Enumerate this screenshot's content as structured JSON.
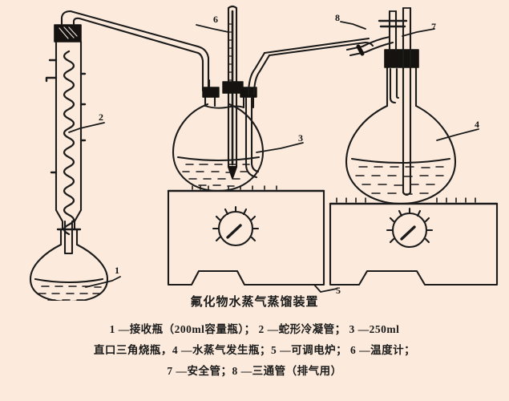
{
  "figure": {
    "title": "氟化物水蒸气蒸馏装置",
    "background_color": "#fcebdc",
    "ink_color": "#1b1b1b",
    "caption_lines": [
      "1 —接收瓶（200ml容量瓶）；  2 —蛇形冷凝管；  3 —250ml",
      "直口三角烧瓶，4 —水蒸气发生瓶；5 —可调电炉；  6 —温度计；",
      "7 —安全管；8 —三通管（排气用）"
    ]
  },
  "callouts": {
    "one": "1",
    "two": "2",
    "three": "3",
    "four": "4",
    "five": "5",
    "six": "6",
    "seven": "7",
    "eight": "8"
  },
  "parts": {
    "receiving_flask": "接收瓶（200ml容量瓶）",
    "spiral_condenser": "蛇形冷凝管",
    "distillation_flask": "250ml直口三角烧瓶",
    "steam_generator": "水蒸气发生瓶",
    "adjustable_hotplate": "可调电炉",
    "thermometer": "温度计",
    "safety_tube": "安全管",
    "three_way_tube": "三通管（排气用）"
  }
}
